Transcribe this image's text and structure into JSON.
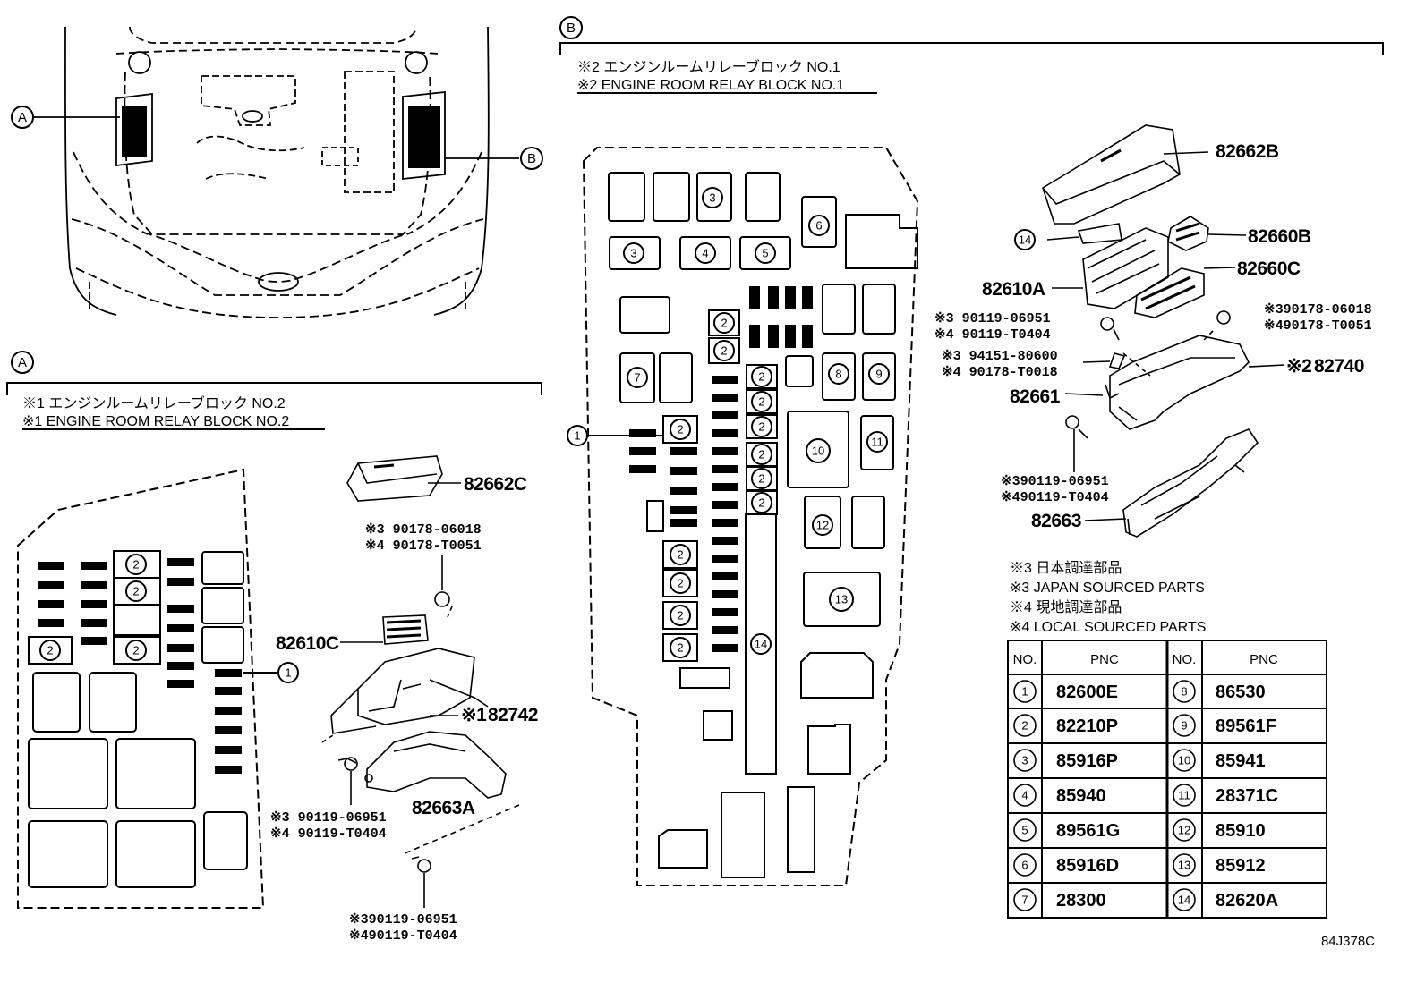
{
  "callouts": {
    "A": "A",
    "B": "B"
  },
  "section_a": {
    "note_jp": "※1 エンジンルームリレーブロック NO.2",
    "note_en": "※1 ENGINE ROOM RELAY BLOCK NO.2",
    "parts": {
      "cover": "82662C",
      "block": "82610C",
      "bracket": "82742",
      "bracket_mark": "※1",
      "lower_cover": "82663A",
      "nut_3": "※3 90178-06018",
      "nut_4": "※4 90178-T0051",
      "bolt1_3": "※3 90119-06951",
      "bolt1_4": "※4 90119-T0404",
      "bolt2_3": "※390119-06951",
      "bolt2_4": "※490119-T0404"
    },
    "slot_labels": [
      "1",
      "2"
    ]
  },
  "section_b": {
    "note_jp": "※2 エンジンルームリレーブロック NO.1",
    "note_en": "※2 ENGINE ROOM RELAY BLOCK NO.1",
    "parts": {
      "cover": "82662B",
      "relay_a": "82660B",
      "relay_b": "82660C",
      "block": "82610A",
      "bracket": "82740",
      "bracket_mark": "※2",
      "stay": "82661",
      "lower_cover": "82663",
      "bolt1_3": "※3 90119-06951",
      "bolt1_4": "※4 90119-T0404",
      "clip_3": "※3 94151-80600",
      "clip_4": "※4 90178-T0018",
      "nut_3": "※390178-06018",
      "nut_4": "※490178-T0051",
      "bolt2_3": "※390119-06951",
      "bolt2_4": "※490119-T0404"
    }
  },
  "notes": [
    "※3 日本調達部品",
    "※3 JAPAN SOURCED PARTS",
    "※4 現地調達部品",
    "※4 LOCAL SOURCED PARTS"
  ],
  "table": {
    "headers": [
      "NO.",
      "PNC",
      "NO.",
      "PNC"
    ],
    "rows": [
      {
        "no_l": "1",
        "pnc_l": "82600E",
        "no_r": "8",
        "pnc_r": "86530"
      },
      {
        "no_l": "2",
        "pnc_l": "82210P",
        "no_r": "9",
        "pnc_r": "89561F"
      },
      {
        "no_l": "3",
        "pnc_l": "85916P",
        "no_r": "10",
        "pnc_r": "85941"
      },
      {
        "no_l": "4",
        "pnc_l": "85940",
        "no_r": "11",
        "pnc_r": "28371C"
      },
      {
        "no_l": "5",
        "pnc_l": "89561G",
        "no_r": "12",
        "pnc_r": "85910"
      },
      {
        "no_l": "6",
        "pnc_l": "85916D",
        "no_r": "13",
        "pnc_r": "85912"
      },
      {
        "no_l": "7",
        "pnc_l": "28300",
        "no_r": "14",
        "pnc_r": "82620A"
      }
    ]
  },
  "block_b_labels": [
    "1",
    "2",
    "3",
    "4",
    "5",
    "6",
    "7",
    "8",
    "9",
    "10",
    "11",
    "12",
    "13",
    "14"
  ],
  "diagram_code": "84J378C"
}
